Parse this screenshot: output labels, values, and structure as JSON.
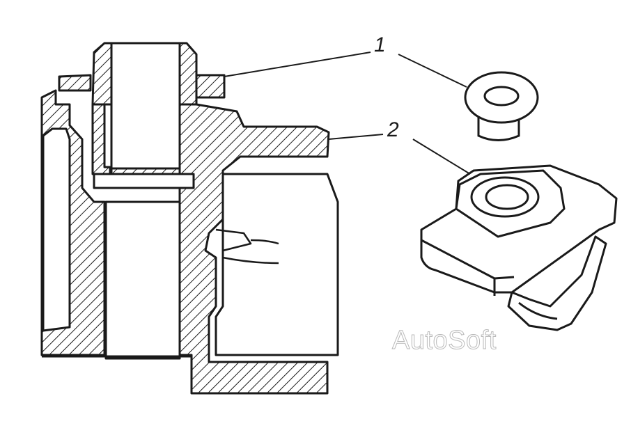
{
  "callouts": [
    {
      "label": "1"
    },
    {
      "label": "2"
    }
  ],
  "watermark": "AutoSoft",
  "colors": {
    "ink": "#1a1a1a",
    "paper": "#ffffff",
    "watermark": "#b9b9b9"
  }
}
